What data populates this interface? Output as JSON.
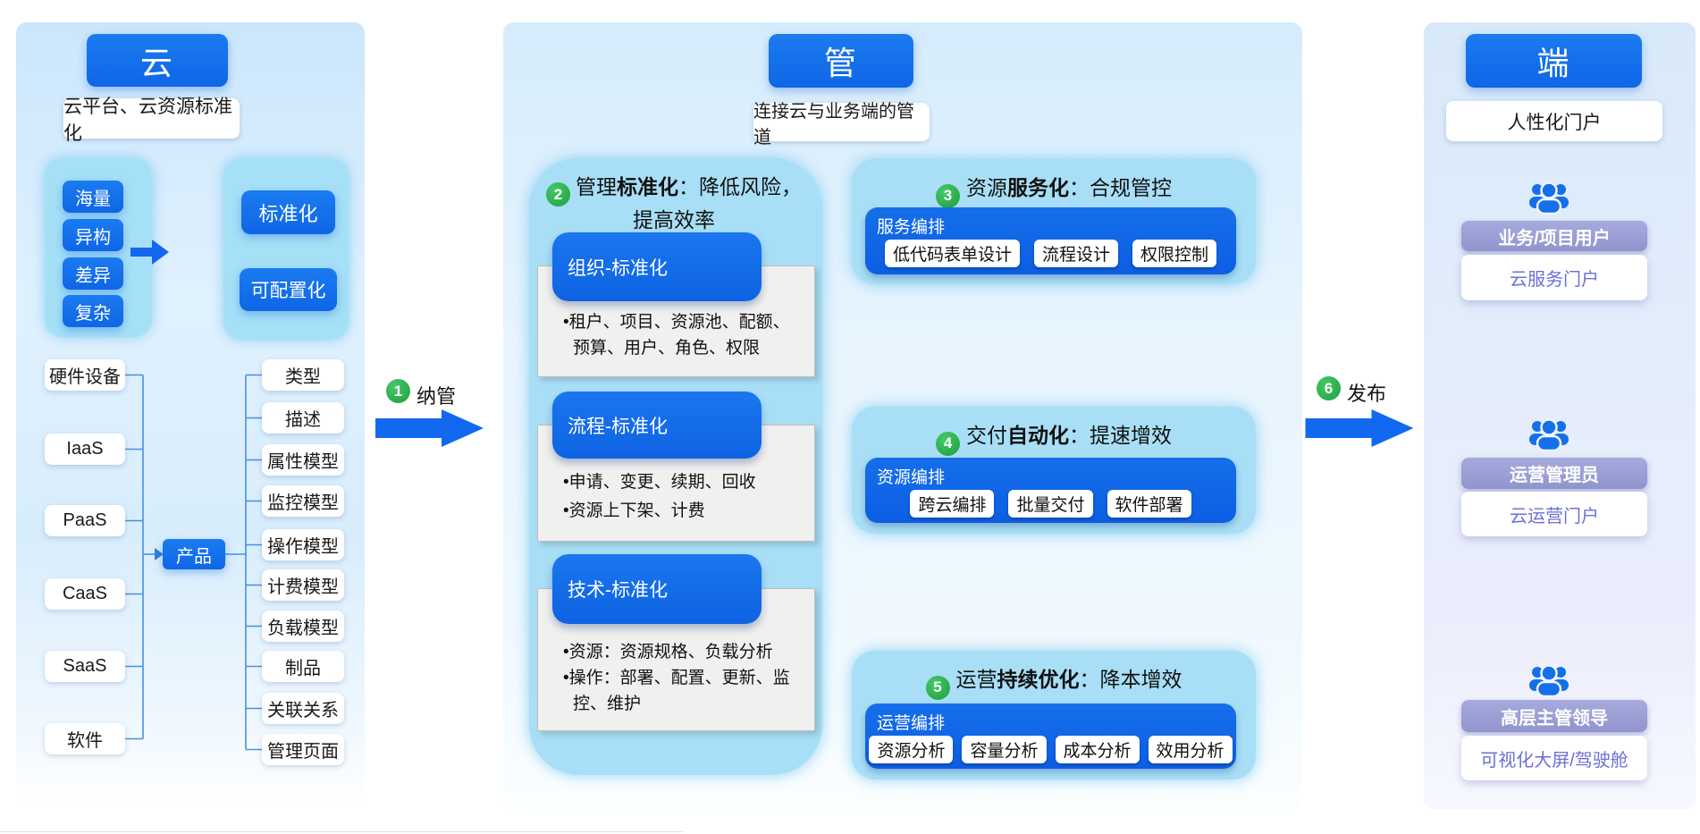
{
  "colors": {
    "primary_blue": "#1470eb",
    "inner_blue": "#0f62e8",
    "panel_cyan": "#a6e0f7",
    "green_badge": "#27ae45",
    "purple_bar": "#999dd5",
    "purple_text": "#6b70d8",
    "grey_note": "#f0f0ee"
  },
  "left": {
    "title": "云",
    "subtitle": "云平台、云资源标准化",
    "challenges": [
      "海量",
      "异构",
      "差异",
      "复杂"
    ],
    "goals": [
      "标准化",
      "可配置化"
    ],
    "sources": [
      "硬件设备",
      "IaaS",
      "PaaS",
      "CaaS",
      "SaaS",
      "软件"
    ],
    "product": "产品",
    "attributes": [
      "类型",
      "描述",
      "属性模型",
      "监控模型",
      "操作模型",
      "计费模型",
      "负载模型",
      "制品",
      "关联关系",
      "管理页面"
    ]
  },
  "flow": {
    "step1_num": "1",
    "step1_label": "纳管",
    "step6_num": "6",
    "step6_label": "发布"
  },
  "middle": {
    "title": "管",
    "subtitle": "连接云与业务端的管道",
    "governance": {
      "num": "2",
      "pre": "管理",
      "bold": "标准化",
      "post": "：降低风险，",
      "line2": "提高效率",
      "sections": [
        {
          "header": "组织-标准化",
          "b1": "•租户、项目、资源池、配额、预算、用户、角色、权限",
          "b2": ""
        },
        {
          "header": "流程-标准化",
          "b1": "•申请、变更、续期、回收",
          "b2": "•资源上下架、计费"
        },
        {
          "header": "技术-标准化",
          "b1": "•资源：资源规格、负载分析",
          "b2": "•操作：部署、配置、更新、监控、维护"
        }
      ]
    },
    "capabilities": [
      {
        "num": "3",
        "pre": "资源",
        "bold": "服务化",
        "post": "：合规管控",
        "box": "服务编排",
        "chips": [
          "低代码表单设计",
          "流程设计",
          "权限控制"
        ]
      },
      {
        "num": "4",
        "pre": "交付",
        "bold": "自动化",
        "post": "：提速增效",
        "box": "资源编排",
        "chips": [
          "跨云编排",
          "批量交付",
          "软件部署"
        ]
      },
      {
        "num": "5",
        "pre": "运营",
        "bold": "持续优化",
        "post": "：降本增效",
        "box": "运营编排",
        "chips": [
          "资源分析",
          "容量分析",
          "成本分析",
          "效用分析"
        ]
      }
    ]
  },
  "right": {
    "title": "端",
    "subtitle": "人性化门户",
    "users": [
      {
        "role": "业务/项目用户",
        "portal": "云服务门户"
      },
      {
        "role": "运营管理员",
        "portal": "云运营门户"
      },
      {
        "role": "高层主管领导",
        "portal": "可视化大屏/驾驶舱"
      }
    ]
  }
}
